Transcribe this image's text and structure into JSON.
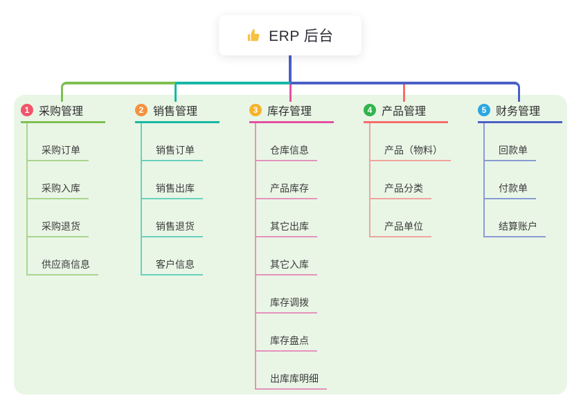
{
  "root": {
    "title": "ERP 后台",
    "icon": "thumbs-up-icon",
    "icon_color": "#f6c244"
  },
  "colors": {
    "panel_bg": "#e9f6e6",
    "connector_blue": "#4a5fc6",
    "node_bg": "#ffffff",
    "title_text": "#2e2e2e",
    "child_text": "#3b3b3b"
  },
  "branches": [
    {
      "num": "1",
      "label": "采购管理",
      "color": "#7ebf52",
      "badge_color": "#f0566a",
      "children": [
        "采购订单",
        "采购入库",
        "采购退货",
        "供应商信息"
      ]
    },
    {
      "num": "2",
      "label": "销售管理",
      "color": "#16b8a3",
      "badge_color": "#f6913e",
      "children": [
        "销售订单",
        "销售出库",
        "销售退货",
        "客户信息"
      ]
    },
    {
      "num": "3",
      "label": "库存管理",
      "color": "#e2509f",
      "badge_color": "#f7b32b",
      "children": [
        "仓库信息",
        "产品库存",
        "其它出库",
        "其它入库",
        "库存调拨",
        "库存盘点",
        "出库库明细"
      ]
    },
    {
      "num": "4",
      "label": "产品管理",
      "color": "#f56c6c",
      "badge_color": "#31b54d",
      "children": [
        "产品（物料）",
        "产品分类",
        "产品单位"
      ]
    },
    {
      "num": "5",
      "label": "财务管理",
      "color": "#4a5fc6",
      "badge_color": "#2ba6e0",
      "children": [
        "回款单",
        "付款单",
        "结算账户"
      ]
    }
  ]
}
